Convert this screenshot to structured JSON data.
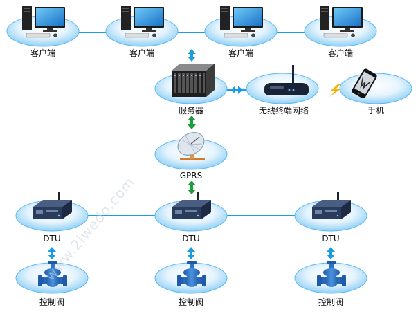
{
  "nodes": {
    "client_1": "客户端",
    "client_2": "客户端",
    "client_3": "客户端",
    "client_4": "客户端",
    "server": "服务器",
    "wireless": "无线终端网络",
    "phone": "手机",
    "gprs": "GPRS",
    "dtu_left": "DTU",
    "dtu_mid": "DTU",
    "dtu_right": "DTU",
    "valve_left": "控制阀",
    "valve_mid": "控制阀",
    "valve_right": "控制阀"
  },
  "watermark": "www.2iwedo.com",
  "colors": {
    "platform": "#5fb8ef",
    "link": "#1e9be6",
    "arrow_blue": "#1a9de0",
    "arrow_green": "#1e9e3a",
    "bolt": "#f2b011",
    "valve": "#2e72c4",
    "dtu": "#2a3c5c"
  }
}
